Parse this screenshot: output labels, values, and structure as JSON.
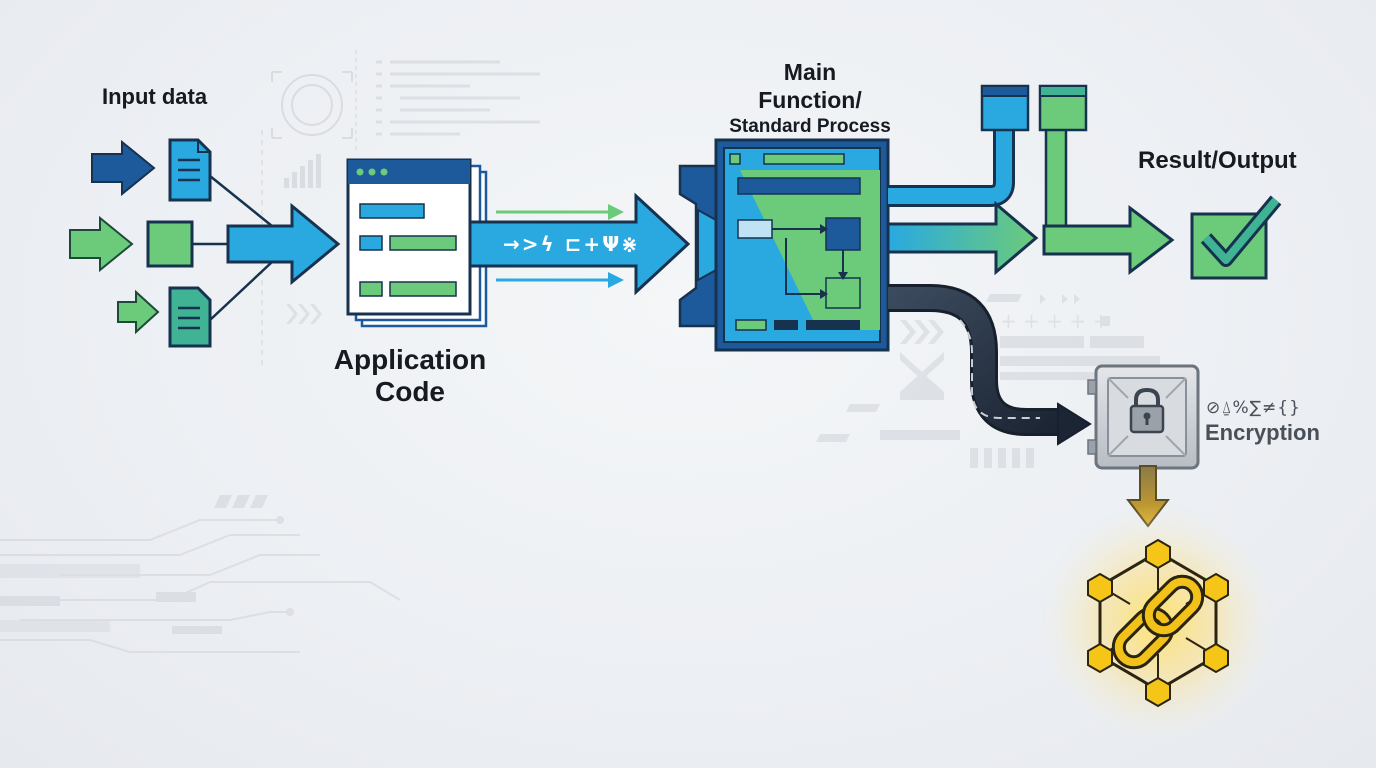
{
  "labels": {
    "input_data": "Input data",
    "application_code_line1": "Application",
    "application_code_line2": "Code",
    "main_function_line1": "Main",
    "main_function_line2": "Function/",
    "main_function_line3": "Standard Process",
    "result_output": "Result/Output",
    "encryption_glyphs": "⊘⍙%∑≠{}",
    "encryption": "Encryption",
    "pipe_glyphs": "→>ϟ ⊏+Ψ⋇"
  },
  "colors": {
    "blue": "#29a9e0",
    "dark_blue": "#1d5a9c",
    "green": "#6ccb7a",
    "navy": "#1c2a44",
    "gold": "#f5c518",
    "gray": "#9aa1a9"
  },
  "icons": [
    "document-icon",
    "checkmark-icon",
    "padlock-icon",
    "chain-link-icon",
    "blockchain-hexagon-icon",
    "gauge-icon",
    "browser-window-icon"
  ]
}
